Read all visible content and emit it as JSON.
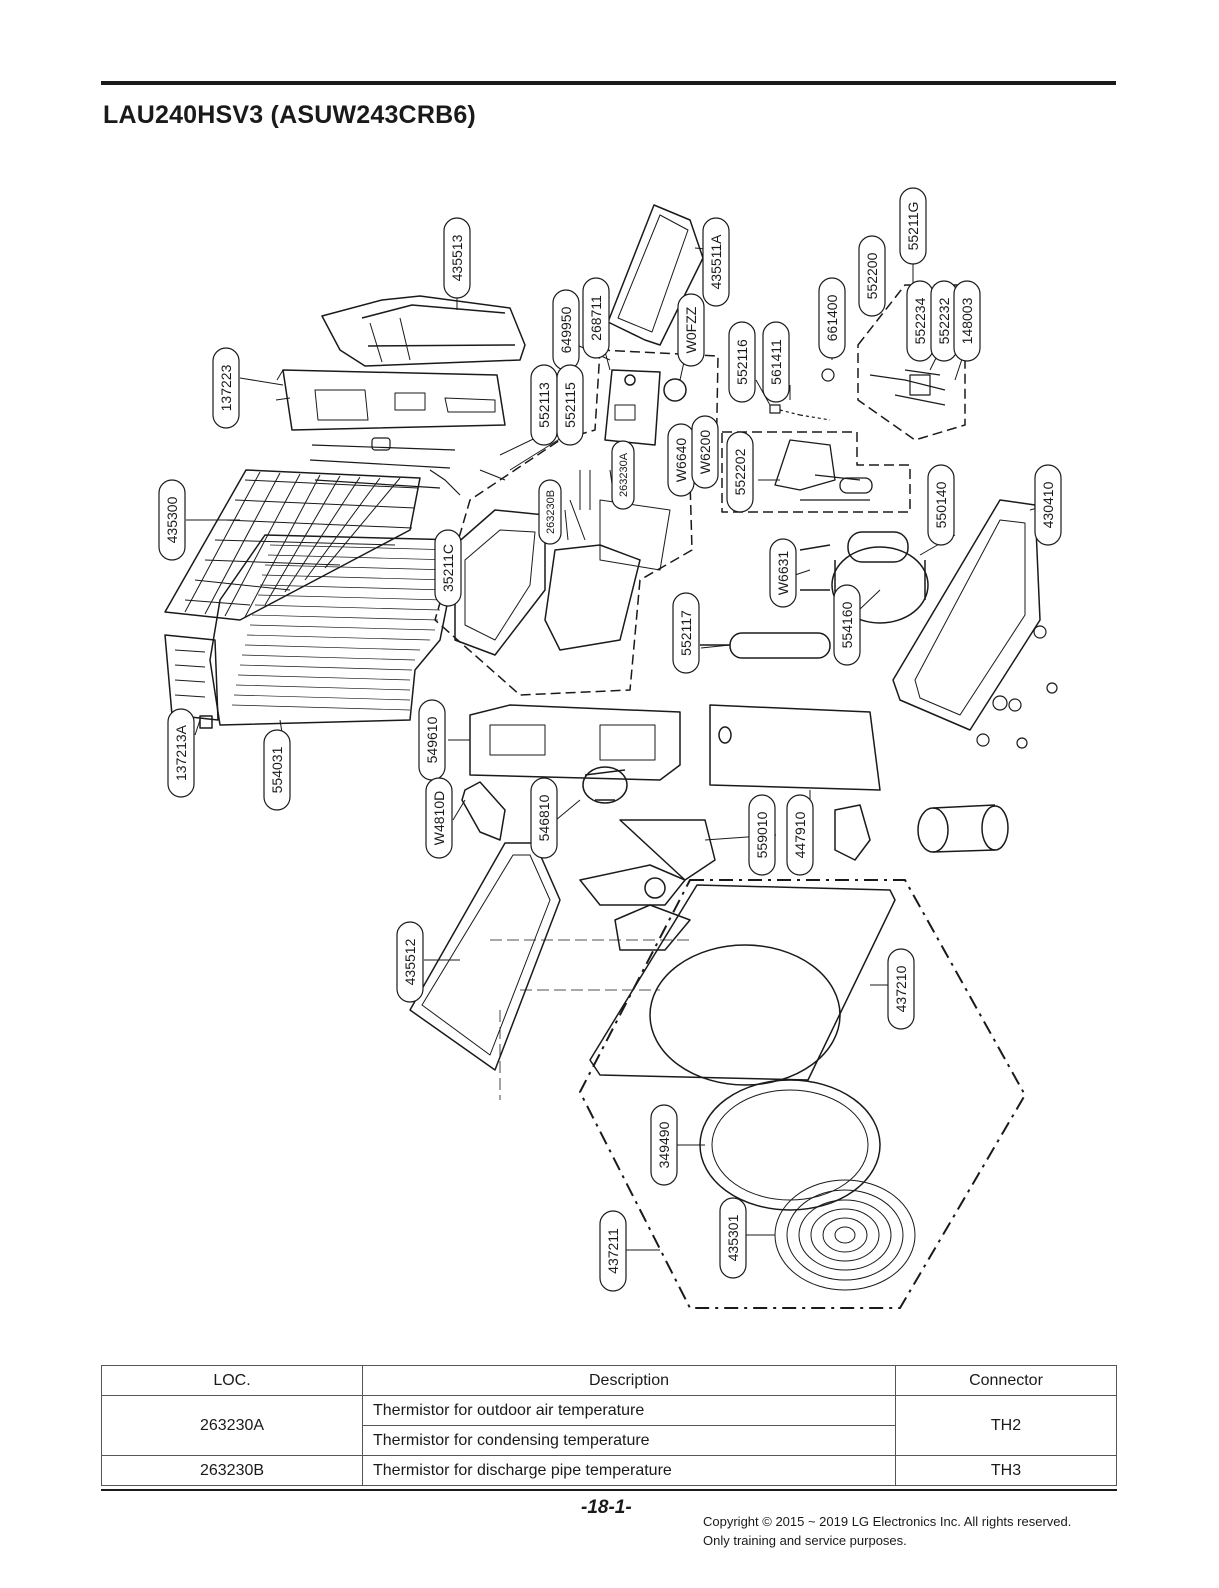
{
  "title": "LAU240HSV3 (ASUW243CRB6)",
  "part_labels": {
    "l435513": "435513",
    "l435511A": "435511A",
    "l55211G": "55211G",
    "l552200": "552200",
    "l661400": "661400",
    "l552234": "552234",
    "l552232": "552232",
    "l148003": "148003",
    "l137223": "137223",
    "l649950": "649950",
    "l268711": "268711",
    "lW0FZZ": "W0FZZ",
    "l552116": "552116",
    "l561411": "561411",
    "l552113": "552113",
    "l552115": "552115",
    "lW6640": "W6640",
    "lW6200": "W6200",
    "l263230A": "263230A",
    "l552202": "552202",
    "l435300": "435300",
    "l263230B": "263230B",
    "l35211C": "35211C",
    "l550140": "550140",
    "l430410": "430410",
    "lW6631": "W6631",
    "l554160": "554160",
    "l552117": "552117",
    "l137213A": "137213A",
    "l554031": "554031",
    "l549610": "549610",
    "lW4810D": "W4810D",
    "l546810": "546810",
    "l559010": "559010",
    "l447910": "447910",
    "l435512": "435512",
    "l437210": "437210",
    "l349490": "349490",
    "l437211": "437211",
    "l435301": "435301"
  },
  "table": {
    "headers": [
      "LOC.",
      "Description",
      "Connector"
    ],
    "row1": {
      "loc": "263230A",
      "desc1": "Thermistor for outdoor air temperature",
      "desc2": "Thermistor for condensing temperature",
      "connector": "TH2"
    },
    "row2": {
      "loc": "263230B",
      "desc": "Thermistor for discharge pipe temperature",
      "connector": "TH3"
    }
  },
  "footer": {
    "page": "-18-1-",
    "copyright_line1": "Copyright © 2015 ~ 2019 LG Electronics Inc. All rights reserved.",
    "copyright_line2": "Only training and service purposes."
  }
}
